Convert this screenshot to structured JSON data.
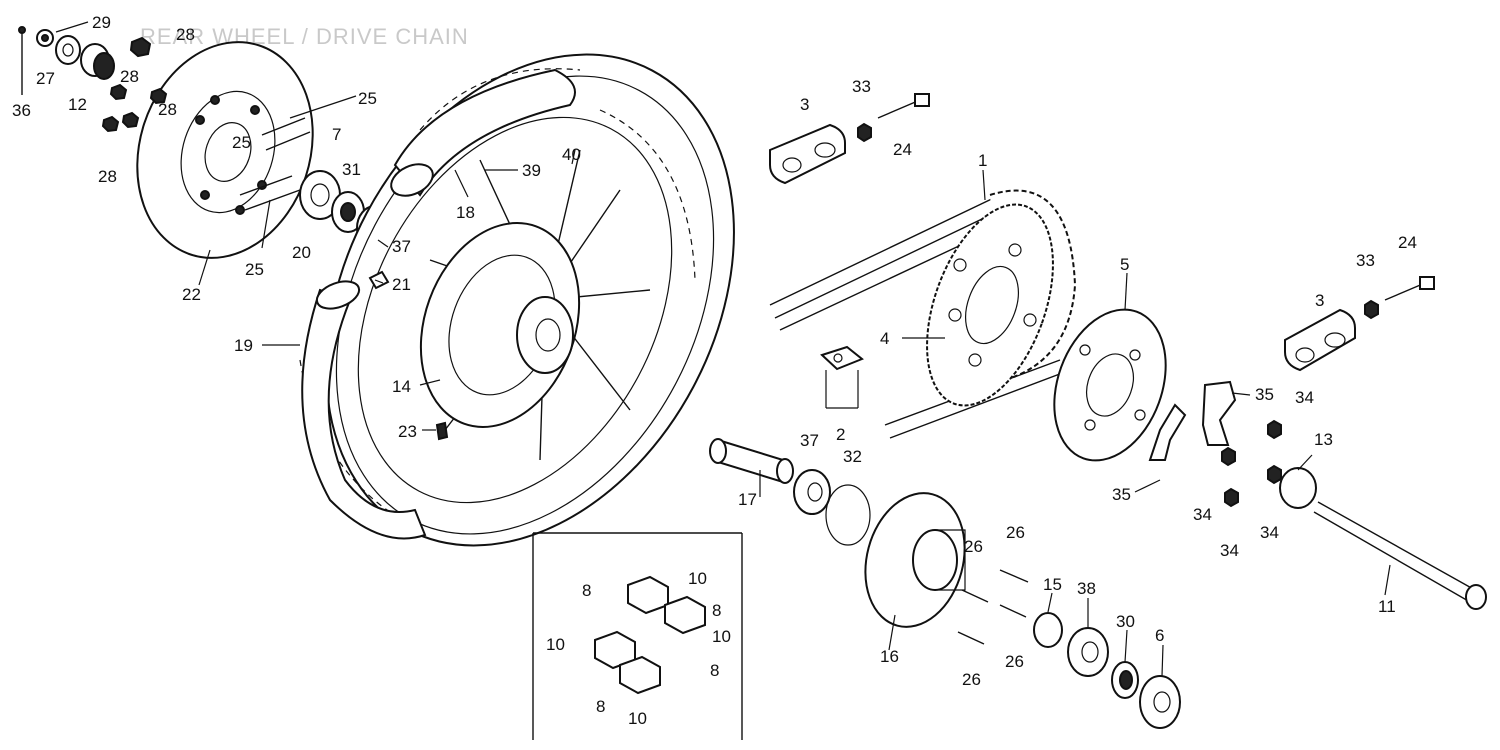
{
  "title": "REAR WHEEL / DRIVE CHAIN",
  "callouts": [
    "29",
    "28",
    "27",
    "36",
    "12",
    "28",
    "28",
    "25",
    "25",
    "7",
    "31",
    "37",
    "25",
    "22",
    "28",
    "39",
    "40",
    "18",
    "20",
    "21",
    "19",
    "14",
    "23",
    "3",
    "33",
    "24",
    "1",
    "4",
    "2",
    "5",
    "3",
    "33",
    "24",
    "35",
    "34",
    "13",
    "37",
    "32",
    "17",
    "35",
    "34",
    "34",
    "34",
    "11",
    "26",
    "26",
    "15",
    "38",
    "30",
    "6",
    "16",
    "26",
    "26",
    "8",
    "10",
    "8",
    "10",
    "10",
    "8",
    "8",
    "10"
  ]
}
